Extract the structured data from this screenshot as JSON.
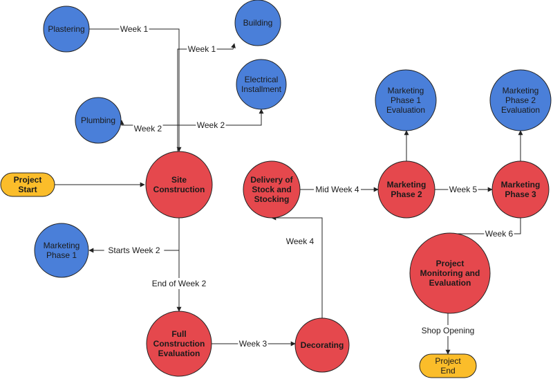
{
  "colors": {
    "blue_node": "#4a7fd9",
    "red_node": "#e5484d",
    "yellow_node": "#fbbd2a",
    "stroke": "#222222",
    "line": "#222222"
  },
  "nodes": [
    {
      "id": "plastering",
      "shape": "circle",
      "color": "blue",
      "bold": false,
      "lines": [
        "Plastering"
      ]
    },
    {
      "id": "building",
      "shape": "circle",
      "color": "blue",
      "bold": false,
      "lines": [
        "Building"
      ]
    },
    {
      "id": "electrical",
      "shape": "circle",
      "color": "blue",
      "bold": false,
      "lines": [
        "Electrical",
        "Installment"
      ]
    },
    {
      "id": "plumbing",
      "shape": "circle",
      "color": "blue",
      "bold": false,
      "lines": [
        "Plumbing"
      ]
    },
    {
      "id": "project-start",
      "shape": "pill",
      "color": "yellow",
      "bold": true,
      "lines": [
        "Project",
        "Start"
      ]
    },
    {
      "id": "site-construction",
      "shape": "circle",
      "color": "red",
      "bold": true,
      "lines": [
        "Site",
        "Construction"
      ]
    },
    {
      "id": "marketing-phase-1",
      "shape": "circle",
      "color": "blue",
      "bold": false,
      "lines": [
        "Marketing",
        "Phase 1"
      ]
    },
    {
      "id": "full-construction-evaluation",
      "shape": "circle",
      "color": "red",
      "bold": true,
      "lines": [
        "Full",
        "Construction",
        "Evaluation"
      ]
    },
    {
      "id": "decorating",
      "shape": "circle",
      "color": "red",
      "bold": true,
      "lines": [
        "Decorating"
      ]
    },
    {
      "id": "delivery-of-stock",
      "shape": "circle",
      "color": "red",
      "bold": true,
      "lines": [
        "Delivery of",
        "Stock and",
        "Stocking"
      ]
    },
    {
      "id": "marketing-phase-2",
      "shape": "circle",
      "color": "red",
      "bold": true,
      "lines": [
        "Marketing",
        "Phase 2"
      ]
    },
    {
      "id": "marketing-phase-1-evaluation",
      "shape": "circle",
      "color": "blue",
      "bold": false,
      "lines": [
        "Marketing",
        "Phase 1",
        "Evaluation"
      ]
    },
    {
      "id": "marketing-phase-3",
      "shape": "circle",
      "color": "red",
      "bold": true,
      "lines": [
        "Marketing",
        "Phase 3"
      ]
    },
    {
      "id": "marketing-phase-2-evaluation",
      "shape": "circle",
      "color": "blue",
      "bold": false,
      "lines": [
        "Marketing",
        "Phase 2",
        "Evaluation"
      ]
    },
    {
      "id": "project-monitoring",
      "shape": "circle",
      "color": "red",
      "bold": true,
      "lines": [
        "Project",
        "Monitoring and",
        "Evaluation"
      ]
    },
    {
      "id": "project-end",
      "shape": "pill",
      "color": "yellow",
      "bold": false,
      "lines": [
        "Project",
        "End"
      ]
    }
  ],
  "edges": [
    {
      "id": "plastering-to-site",
      "label": "Week 1"
    },
    {
      "id": "site-to-building",
      "label": "Week 1"
    },
    {
      "id": "site-to-electrical",
      "label": "Week 2"
    },
    {
      "id": "site-to-plumbing",
      "label": "Week 2"
    },
    {
      "id": "start-to-site",
      "label": ""
    },
    {
      "id": "site-to-marketing-1",
      "label": "Starts Week 2"
    },
    {
      "id": "site-to-full-eval",
      "label": "End of Week 2"
    },
    {
      "id": "full-eval-to-decorating",
      "label": "Week 3"
    },
    {
      "id": "decorating-to-delivery",
      "label": "Week 4"
    },
    {
      "id": "delivery-to-marketing-2",
      "label": "Mid Week 4"
    },
    {
      "id": "marketing-2-to-eval-1",
      "label": ""
    },
    {
      "id": "marketing-2-to-marketing-3",
      "label": "Week 5"
    },
    {
      "id": "marketing-3-to-eval-2",
      "label": ""
    },
    {
      "id": "marketing-3-to-monitoring",
      "label": "Week 6"
    },
    {
      "id": "monitoring-to-end",
      "label": "Shop Opening"
    }
  ]
}
